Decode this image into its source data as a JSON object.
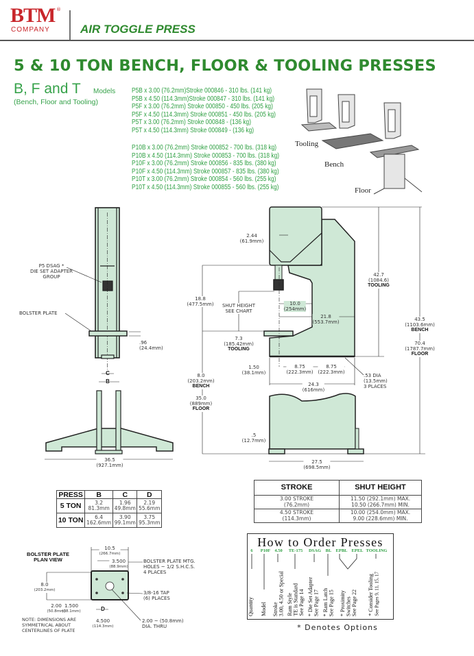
{
  "header": {
    "logo_text": "BTM",
    "logo_sub": "COMPANY",
    "logo_mark": "®",
    "title": "AIR TOGGLE PRESS"
  },
  "main_title": "5 & 10 TON BENCH, FLOOR & TOOLING PRESSES",
  "models": {
    "heading": "B, F and T",
    "heading_suffix": "Models",
    "subheading": "(Bench, Floor and Tooling)",
    "five_ton": [
      "P5B x 3.00 (76.2mm)Stroke 000846 - 310 lbs. (141 kg)",
      "P5B x 4.50 (114.3mm)Stroke 000847 - 310 lbs. (141 kg)",
      "P5F x 3.00 (76.2mm) Stroke 000850 - 450 lbs. (205 kg)",
      "P5F x 4.50 (114.3mm) Stroke 000851 - 450 lbs. (205 kg)",
      "P5T x 3.00 (76.2mm) Stroke 000848 -              (136 kg)",
      "P5T x 4.50 (114.3mm) Stroke 000849 -              (136 kg)"
    ],
    "ten_ton": [
      "P10B x 3.00 (76.2mm) Stroke 000852 - 700 lbs. (318 kg)",
      "P10B x 4.50 (114.3mm) Stroke 000853 - 700 lbs. (318 kg)",
      "P10F x 3.00 (76.2mm) Stroke 000856 - 835 lbs. (380 kg)",
      "P10F x 4.50 (114.3mm) Stroke 000857 - 835 lbs. (380 kg)",
      "P10T x 3.00 (76.2mm) Stroke 000854 - 560 lbs. (255 kg)",
      "P10T x 4.50 (114.3mm) Stroke 000855 - 560 lbs. (255 kg)"
    ]
  },
  "illustration": {
    "tooling": "Tooling",
    "bench": "Bench",
    "floor": "Floor"
  },
  "front_view": {
    "dsag": [
      "P5 DSAG *",
      "DIE SET ADAPTER",
      "GROUP"
    ],
    "bolster": "BOLSTER PLATE",
    "dim_96": [
      ".96",
      "(24.4mm)"
    ],
    "c": "C",
    "b": "B",
    "dim_365": [
      "36.5",
      "(927.1mm)"
    ]
  },
  "side_view": {
    "d244": [
      "2.44",
      "(61.9mm)"
    ],
    "d188": [
      "18.8",
      "(477.5mm)"
    ],
    "shut": [
      "SHUT HEIGHT",
      "SEE CHART"
    ],
    "d100": [
      "10.0",
      "(254mm)"
    ],
    "d218": [
      "21.8",
      "(553.7mm)"
    ],
    "d427": [
      "42.7",
      "(1084.6)",
      "TOOLING"
    ],
    "d435": [
      "43.5",
      "(1103.6mm)",
      "BENCH"
    ],
    "d704": [
      "70.4",
      "(1787.7mm)",
      "FLOOR"
    ],
    "d73": [
      "7.3",
      "(185.42mm)",
      "TOOLING"
    ],
    "d150": [
      "1.50",
      "(38.1mm)"
    ],
    "d875a": [
      "8.75",
      "(222.3mm)"
    ],
    "d875b": [
      "8.75",
      "(222.3mm)"
    ],
    "d53": [
      ".53 DIA",
      "(13.5mm)",
      "3 PLACES"
    ],
    "d243": [
      "24.3",
      "(616mm)"
    ],
    "d80": [
      "8.0",
      "(203.2mm)",
      "BENCH"
    ],
    "d350": [
      "35.0",
      "(889mm)",
      "FLOOR"
    ],
    "d5": [
      ".5",
      "(12.7mm)"
    ],
    "d275": [
      "27.5",
      "(698.5mm)"
    ]
  },
  "press_table": {
    "headers": [
      "PRESS",
      "B",
      "C",
      "D"
    ],
    "rows": [
      {
        "press": "5 TON",
        "b": [
          "3.2",
          "81.3mm"
        ],
        "c": [
          "1.96",
          "49.8mm"
        ],
        "d": [
          "2.19",
          "55.6mm"
        ]
      },
      {
        "press": "10 TON",
        "b": [
          "6.4",
          "162.6mm"
        ],
        "c": [
          "3.90",
          "99.1mm"
        ],
        "d": [
          "3.75",
          "95.3mm"
        ]
      }
    ]
  },
  "bolster_plan": {
    "title": [
      "BOLSTER PLATE",
      "PLAN VIEW"
    ],
    "d105": [
      "10.5",
      "(266.7mm)"
    ],
    "d3500": [
      "3.500",
      "(88.9mm)"
    ],
    "mtg": [
      "BOLSTER PLATE MTG.",
      "HOLES ~ 1/2 S.H.C.S.",
      "4 PLACES"
    ],
    "tap": [
      "3/8-16 TAP",
      "(6) PLACES"
    ],
    "d80": [
      "8.0",
      "(203.2mm)"
    ],
    "d200": [
      "2.00",
      "(50.8mm)"
    ],
    "d1500": [
      "1.500",
      "(38.1mm)"
    ],
    "d": "D",
    "d4500": [
      "4.500",
      "(114.3mm)"
    ],
    "thru": [
      "2.00 ~ (50.8mm)",
      "DIA. THRU"
    ],
    "note": [
      "NOTE: DIMENSIONS ARE",
      "SYMMETRICAL ABOUT",
      "CENTERLINES OF PLATE"
    ]
  },
  "stroke_table": {
    "headers": [
      "STROKE",
      "SHUT HEIGHT"
    ],
    "rows": [
      {
        "stroke": [
          "3.00 STROKE",
          "(76.2mm)"
        ],
        "shut": [
          "11.50 (292.1mm) MAX.",
          "10.50 (266.7mm) MIN."
        ]
      },
      {
        "stroke": [
          "4.50 STROKE",
          "(114.3mm)"
        ],
        "shut": [
          "10.00 (254.0mm) MAX.",
          "9.00 (228.6mm) MIN."
        ]
      }
    ]
  },
  "order": {
    "title": "How to Order Presses",
    "codes": [
      "6",
      "P10F",
      "4.50",
      "TE-175",
      "DSAG",
      "BL",
      "EPBL",
      "EPEL",
      "TOOLING"
    ],
    "labels": [
      [
        "Quantity"
      ],
      [
        "Model"
      ],
      [
        "Stroke",
        "3.00, 4.50 or Special"
      ],
      [
        "Ram Style",
        "TE is Standard",
        "See Page 14"
      ],
      [
        "* Die Set Adapter",
        "See Page 17"
      ],
      [
        "* Ram Latch",
        "See Page 15"
      ],
      [
        "* Proximity",
        "Switches",
        "See Page 22"
      ],
      [
        "* Consider Tooling",
        "See Pages 9, 11, 15, 17"
      ]
    ],
    "note": "* Denotes Options"
  },
  "colors": {
    "green": "#2f8a2f",
    "light_green": "#36a24a",
    "fill": "#cfe8d6",
    "red": "#c8262b"
  }
}
